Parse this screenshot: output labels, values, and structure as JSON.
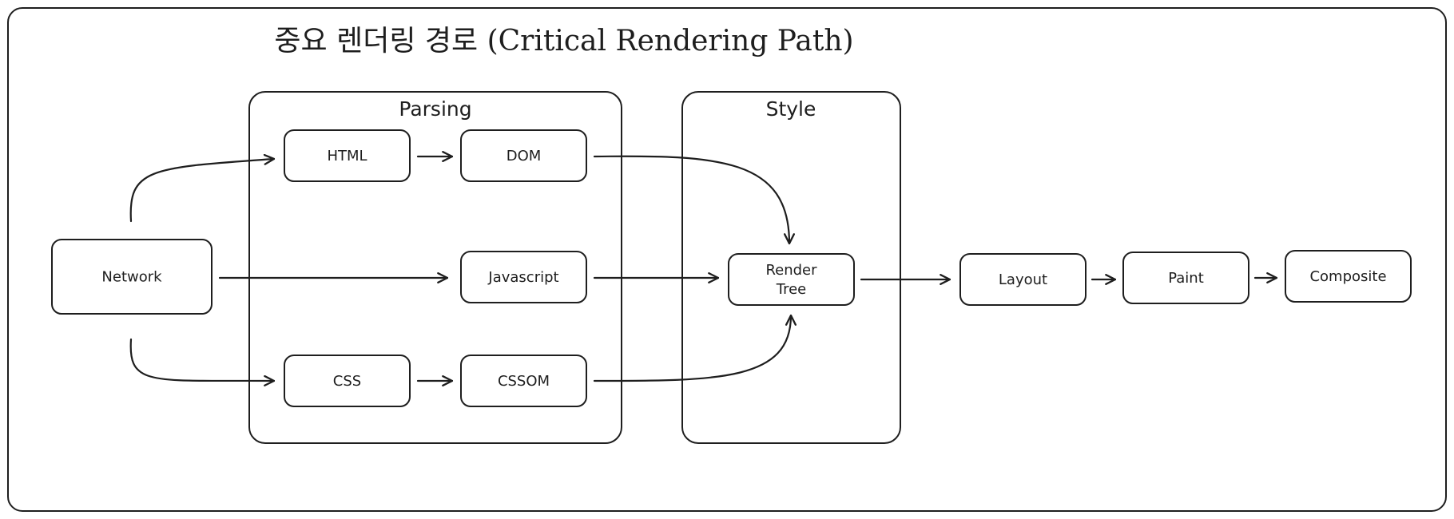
{
  "diagram": {
    "title": "중요 렌더링 경로 (Critical Rendering Path)",
    "groups": [
      {
        "id": "parsing",
        "label": "Parsing"
      },
      {
        "id": "style",
        "label": "Style"
      }
    ],
    "nodes": [
      {
        "id": "network",
        "lines": [
          "Network"
        ]
      },
      {
        "id": "html",
        "lines": [
          "HTML"
        ]
      },
      {
        "id": "dom",
        "lines": [
          "DOM"
        ]
      },
      {
        "id": "javascript",
        "lines": [
          "Javascript"
        ]
      },
      {
        "id": "css",
        "lines": [
          "CSS"
        ]
      },
      {
        "id": "cssom",
        "lines": [
          "CSSOM"
        ]
      },
      {
        "id": "render-tree",
        "lines": [
          "Render",
          "Tree"
        ]
      },
      {
        "id": "layout",
        "lines": [
          "Layout"
        ]
      },
      {
        "id": "paint",
        "lines": [
          "Paint"
        ]
      },
      {
        "id": "composite",
        "lines": [
          "Composite"
        ]
      }
    ],
    "edges": [
      {
        "from": "network",
        "to": "html"
      },
      {
        "from": "network",
        "to": "javascript"
      },
      {
        "from": "network",
        "to": "css"
      },
      {
        "from": "html",
        "to": "dom"
      },
      {
        "from": "css",
        "to": "cssom"
      },
      {
        "from": "dom",
        "to": "render-tree"
      },
      {
        "from": "javascript",
        "to": "render-tree"
      },
      {
        "from": "cssom",
        "to": "render-tree"
      },
      {
        "from": "render-tree",
        "to": "layout"
      },
      {
        "from": "layout",
        "to": "paint"
      },
      {
        "from": "paint",
        "to": "composite"
      }
    ],
    "colors": {
      "stroke": "#1e1e1e",
      "background": "#ffffff"
    }
  }
}
